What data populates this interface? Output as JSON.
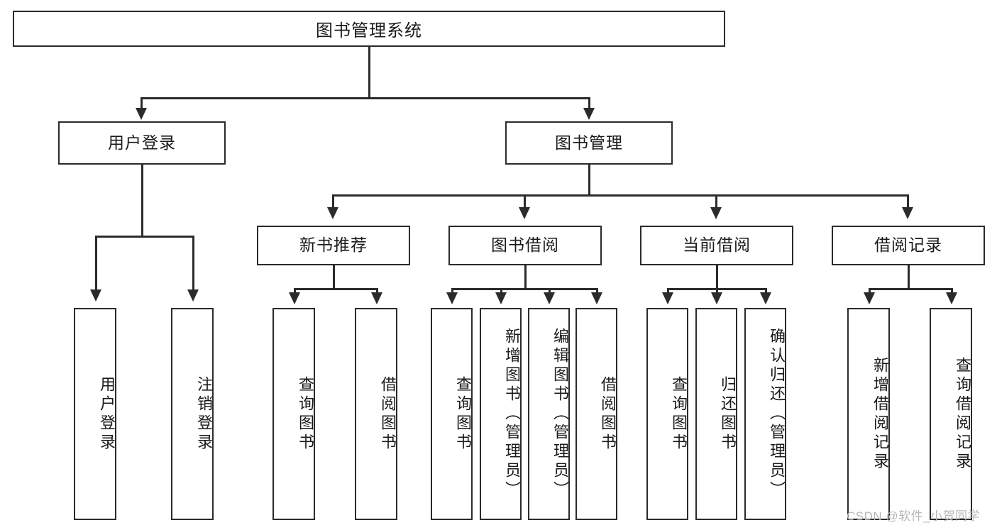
{
  "diagram": {
    "type": "tree-hierarchy-chart",
    "title": "图书管理系统",
    "watermark": "CSDN @软件_小贺同学",
    "colors": {
      "stroke": "#2b2b2b",
      "fill": "#ffffff",
      "text": "#1a1a1a",
      "watermark": "#b8b8b8"
    },
    "root": {
      "label": "图书管理系统",
      "orientation": "horizontal"
    },
    "level2": [
      {
        "label": "用户登录",
        "orientation": "horizontal"
      },
      {
        "label": "图书管理",
        "orientation": "horizontal"
      }
    ],
    "level3": [
      {
        "label": "新书推荐",
        "orientation": "horizontal"
      },
      {
        "label": "图书借阅",
        "orientation": "horizontal"
      },
      {
        "label": "当前借阅",
        "orientation": "horizontal"
      },
      {
        "label": "借阅记录",
        "orientation": "horizontal"
      }
    ],
    "leaves": {
      "user_login": [
        {
          "label": "用户登录",
          "orientation": "vertical"
        },
        {
          "label": "注销登录",
          "orientation": "vertical"
        }
      ],
      "new_book_recommend": [
        {
          "label": "查询图书",
          "orientation": "vertical"
        },
        {
          "label": "借阅图书",
          "orientation": "vertical"
        }
      ],
      "book_borrow": [
        {
          "label": "查询图书",
          "orientation": "vertical"
        },
        {
          "label": "新增图书（管理员）",
          "orientation": "vertical"
        },
        {
          "label": "编辑图书（管理员）",
          "orientation": "vertical"
        },
        {
          "label": "借阅图书",
          "orientation": "vertical"
        }
      ],
      "current_borrow": [
        {
          "label": "查询图书",
          "orientation": "vertical"
        },
        {
          "label": "归还图书",
          "orientation": "vertical"
        },
        {
          "label": "确认归还（管理员）",
          "orientation": "vertical"
        }
      ],
      "borrow_record": [
        {
          "label": "新增借阅记录",
          "orientation": "vertical"
        },
        {
          "label": "查询借阅记录",
          "orientation": "vertical"
        }
      ]
    }
  }
}
